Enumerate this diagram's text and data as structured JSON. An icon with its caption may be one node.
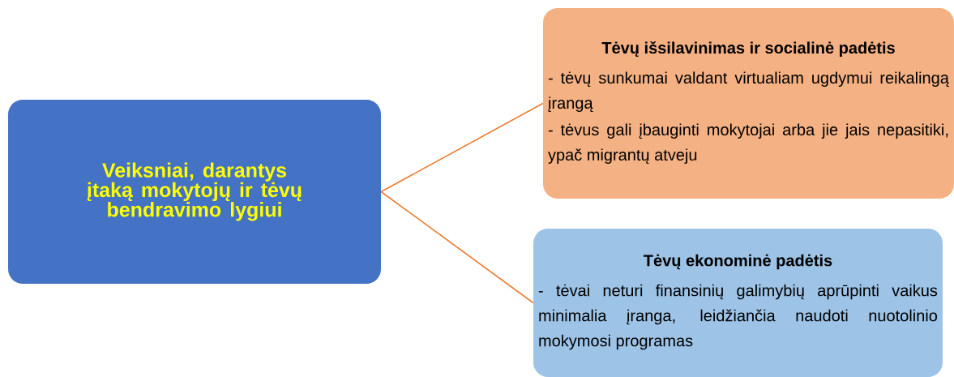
{
  "diagram": {
    "nodes": [
      {
        "text": [
          "Veiksniai, darantys įtaką mokytojų ir tėvų bendravimo lygiui"
        ]
      },
      {
        "text": [
          "Tėvų išsilavinimas ir socialinė padėtis",
          "- tėvų sunkumai valdant virtualiam ugdymui reikalingą įrangą",
          "- tėvus gali įbauginti mokytojai arba jie jais nepasitiki, ypač migrantų atveju"
        ]
      },
      {
        "text": [
          "Tėvų ekonominė padėtis",
          "- tėvai neturi finansinių galimybių aprūpinti vaikus minimalia įranga, leidžiančia naudoti nuotolinio mokymosi programas"
        ]
      }
    ],
    "edges": [
      {
        "from": 0,
        "to": 1,
        "arrow": "none"
      },
      {
        "from": 0,
        "to": 2,
        "arrow": "none"
      }
    ]
  }
}
